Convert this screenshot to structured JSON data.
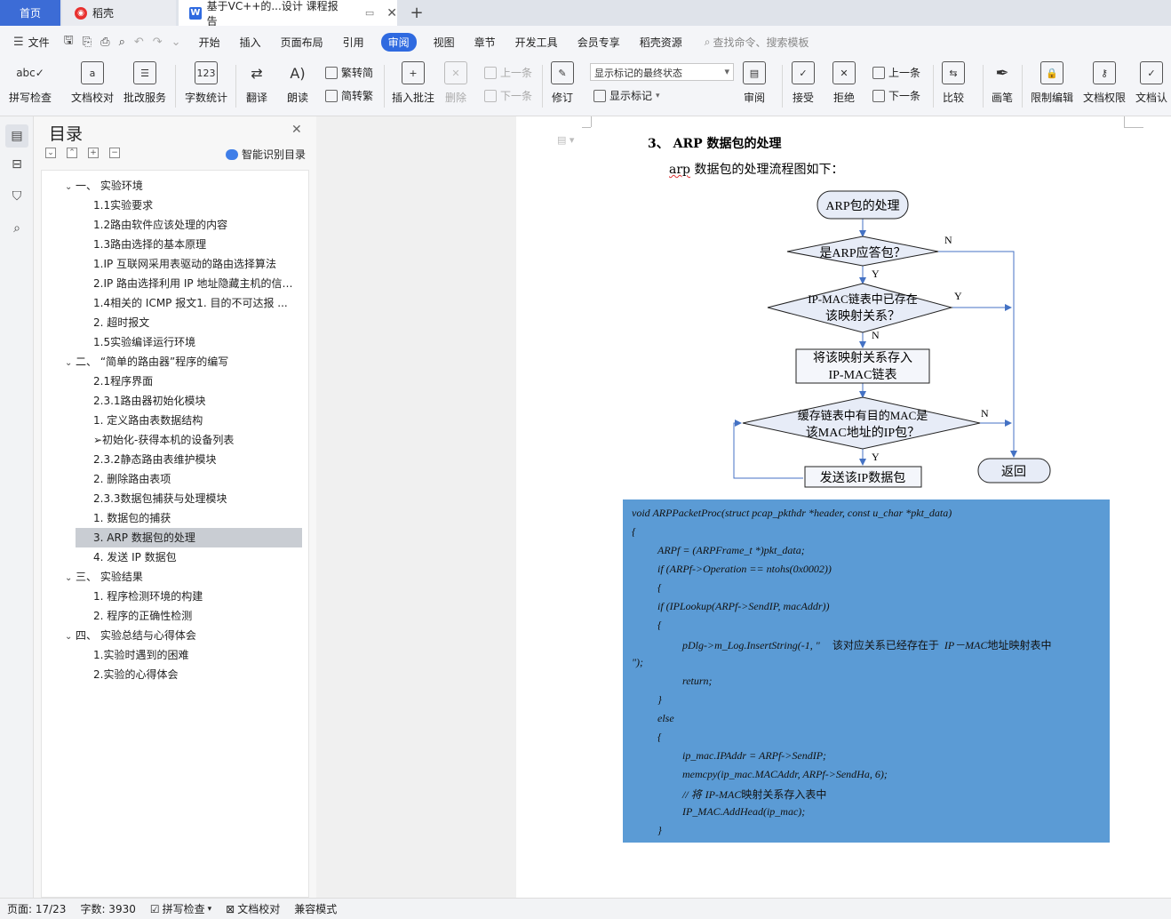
{
  "tabs": {
    "home": "首页",
    "daoke": "稻壳",
    "doc": "基于VC++的...设计 课程报告",
    "add": "+"
  },
  "menubar": {
    "file": "文件",
    "items": [
      "开始",
      "插入",
      "页面布局",
      "引用",
      "审阅",
      "视图",
      "章节",
      "开发工具",
      "会员专享",
      "稻壳资源"
    ],
    "active_index": 4,
    "search_placeholder": "查找命令、搜索模板"
  },
  "ribbon": {
    "spell_check": "拼写检查",
    "doc_proof": "文档校对",
    "batch_service": "批改服务",
    "word_count": "字数统计",
    "translate": "翻译",
    "read_aloud": "朗读",
    "trad_to_simp": "繁转简",
    "simp_to_trad": "简转繁",
    "insert_comment": "插入批注",
    "delete": "删除",
    "prev_comment": "上一条",
    "next_comment": "下一条",
    "track_changes": "修订",
    "markup_state": "显示标记的最终状态",
    "show_markup": "显示标记",
    "review": "审阅",
    "accept": "接受",
    "reject": "拒绝",
    "prev_change": "上一条",
    "next_change": "下一条",
    "compare": "比较",
    "pen": "画笔",
    "restrict_edit": "限制编辑",
    "doc_permission": "文档权限",
    "doc_cert": "文档认"
  },
  "toc": {
    "title": "目录",
    "smart_detect": "智能识别目录",
    "items": [
      {
        "text": "一、 实验环境",
        "level": 1,
        "expandable": true
      },
      {
        "text": "1.1实验要求",
        "level": 2
      },
      {
        "text": "1.2路由软件应该处理的内容",
        "level": 2
      },
      {
        "text": "1.3路由选择的基本原理",
        "level": 2
      },
      {
        "text": "1.IP 互联网采用表驱动的路由选择算法",
        "level": 2
      },
      {
        "text": "2.IP 路由选择利用 IP 地址隐藏主机的信 ...",
        "level": 2
      },
      {
        "text": "1.4相关的 ICMP 报文1. 目的不可达报 ...",
        "level": 2
      },
      {
        "text": "2. 超时报文",
        "level": 2
      },
      {
        "text": "1.5实验编译运行环境",
        "level": 2
      },
      {
        "text": "二、 “简单的路由器”程序的编写",
        "level": 1,
        "expandable": true
      },
      {
        "text": "2.1程序界面",
        "level": 2
      },
      {
        "text": "2.3.1路由器初始化模块",
        "level": 2
      },
      {
        "text": "1. 定义路由表数据结构",
        "level": 2
      },
      {
        "text": "➢初始化-获得本机的设备列表",
        "level": 2
      },
      {
        "text": "2.3.2静态路由表维护模块",
        "level": 2
      },
      {
        "text": "2. 删除路由表项",
        "level": 2
      },
      {
        "text": "2.3.3数据包捕获与处理模块",
        "level": 2
      },
      {
        "text": "1. 数据包的捕获",
        "level": 2
      },
      {
        "text": "3. ARP 数据包的处理",
        "level": 2,
        "selected": true
      },
      {
        "text": "4. 发送 IP 数据包",
        "level": 2
      },
      {
        "text": "三、 实验结果",
        "level": 1,
        "expandable": true
      },
      {
        "text": "1. 程序检测环境的构建",
        "level": 2
      },
      {
        "text": "2. 程序的正确性检测",
        "level": 2
      },
      {
        "text": "四、 实验总结与心得体会",
        "level": 1,
        "expandable": true
      },
      {
        "text": "1.实验时遇到的困难",
        "level": 2
      },
      {
        "text": "2.实验的心得体会",
        "level": 2
      }
    ]
  },
  "document": {
    "heading": "3、 ARP 数据包的处理",
    "intro_prefix": "arp",
    "intro_rest": " 数据包的处理流程图如下：",
    "flowchart": {
      "start": "ARP包的处理",
      "decision1": "是ARP应答包？",
      "decision2_line1": "IP-MAC链表中已存在",
      "decision2_line2": "该映射关系？",
      "process1_line1": "将该映射关系存入",
      "process1_line2": "IP-MAC链表",
      "decision3_line1": "缓存链表中有目的MAC是",
      "decision3_line2": "该MAC地址的IP包？",
      "process2": "发送该IP数据包",
      "end": "返回",
      "label_n1": "N",
      "label_y1": "Y",
      "label_y2": "Y",
      "label_n2": "N",
      "label_n3": "N",
      "label_y3": "Y"
    },
    "code": [
      "void ARPPacketProc(struct pcap_pkthdr *header, const u_char *pkt_data)",
      "{",
      "ARPf = (ARPFrame_t *)pkt_data;",
      "if (ARPf->Operation == ntohs(0x0002))",
      "{",
      "if (IPLookup(ARPf->SendIP, macAddr))",
      "{",
      "pDlg->m_Log.InsertString(-1, \"",
      "该对应关系已经存在于",
      "IP－MAC",
      "地址映射表中",
      "\");",
      "return;",
      "}",
      "else",
      "{",
      "ip_mac.IPAddr = ARPf->SendIP;",
      "memcpy(ip_mac.MACAddr, ARPf->SendHa, 6);",
      "// 将",
      "IP-MAC",
      "映射关系存入表中",
      "IP_MAC.AddHead(ip_mac);",
      "}"
    ]
  },
  "status": {
    "page": "页面: 17/23",
    "words": "字数: 3930",
    "spell": "拼写检查",
    "proof": "文档校对",
    "compat": "兼容模式"
  }
}
